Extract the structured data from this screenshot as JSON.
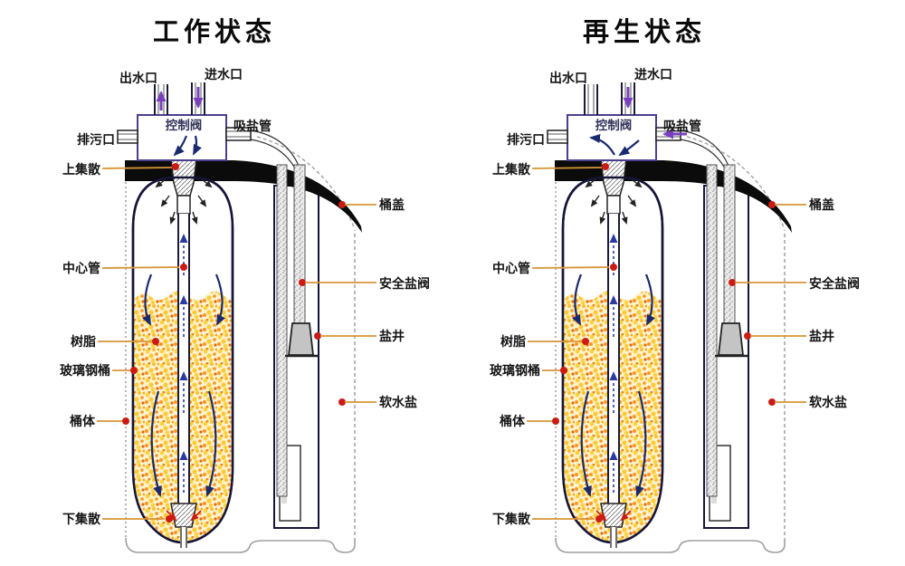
{
  "page": {
    "background": "#ffffff"
  },
  "diagrams": [
    {
      "title": "工作状态",
      "state": "working"
    },
    {
      "title": "再生状态",
      "state": "regen"
    }
  ],
  "labels": {
    "outlet": "出水口",
    "inlet": "进水口",
    "control_valve": "控制阀",
    "drain": "排污口",
    "salt_pipe": "吸盐管",
    "upper_distributor": "上集散",
    "tank_lid": "桶盖",
    "center_pipe": "中心管",
    "safety_salt_valve": "安全盐阀",
    "resin": "树脂",
    "salt_well": "盐井",
    "frp_tank": "玻璃钢桶",
    "soft_water_salt": "软水盐",
    "tank_body": "桶体",
    "lower_distributor": "下集散"
  },
  "colors": {
    "leader_line": "#d79536",
    "marker_dot": "#cc1b15",
    "outline": "#15153a",
    "valve_border": "#4a3f8f",
    "flow_arrow": "#1a2a6e",
    "pipe_arrow": "#7a3fbf",
    "lid": "#0b0b0b",
    "resin_base": "#fdf3cf",
    "resin_speckle_1": "#ffd23a",
    "resin_speckle_2": "#ff9520",
    "resin_speckle_3": "#e06818"
  }
}
